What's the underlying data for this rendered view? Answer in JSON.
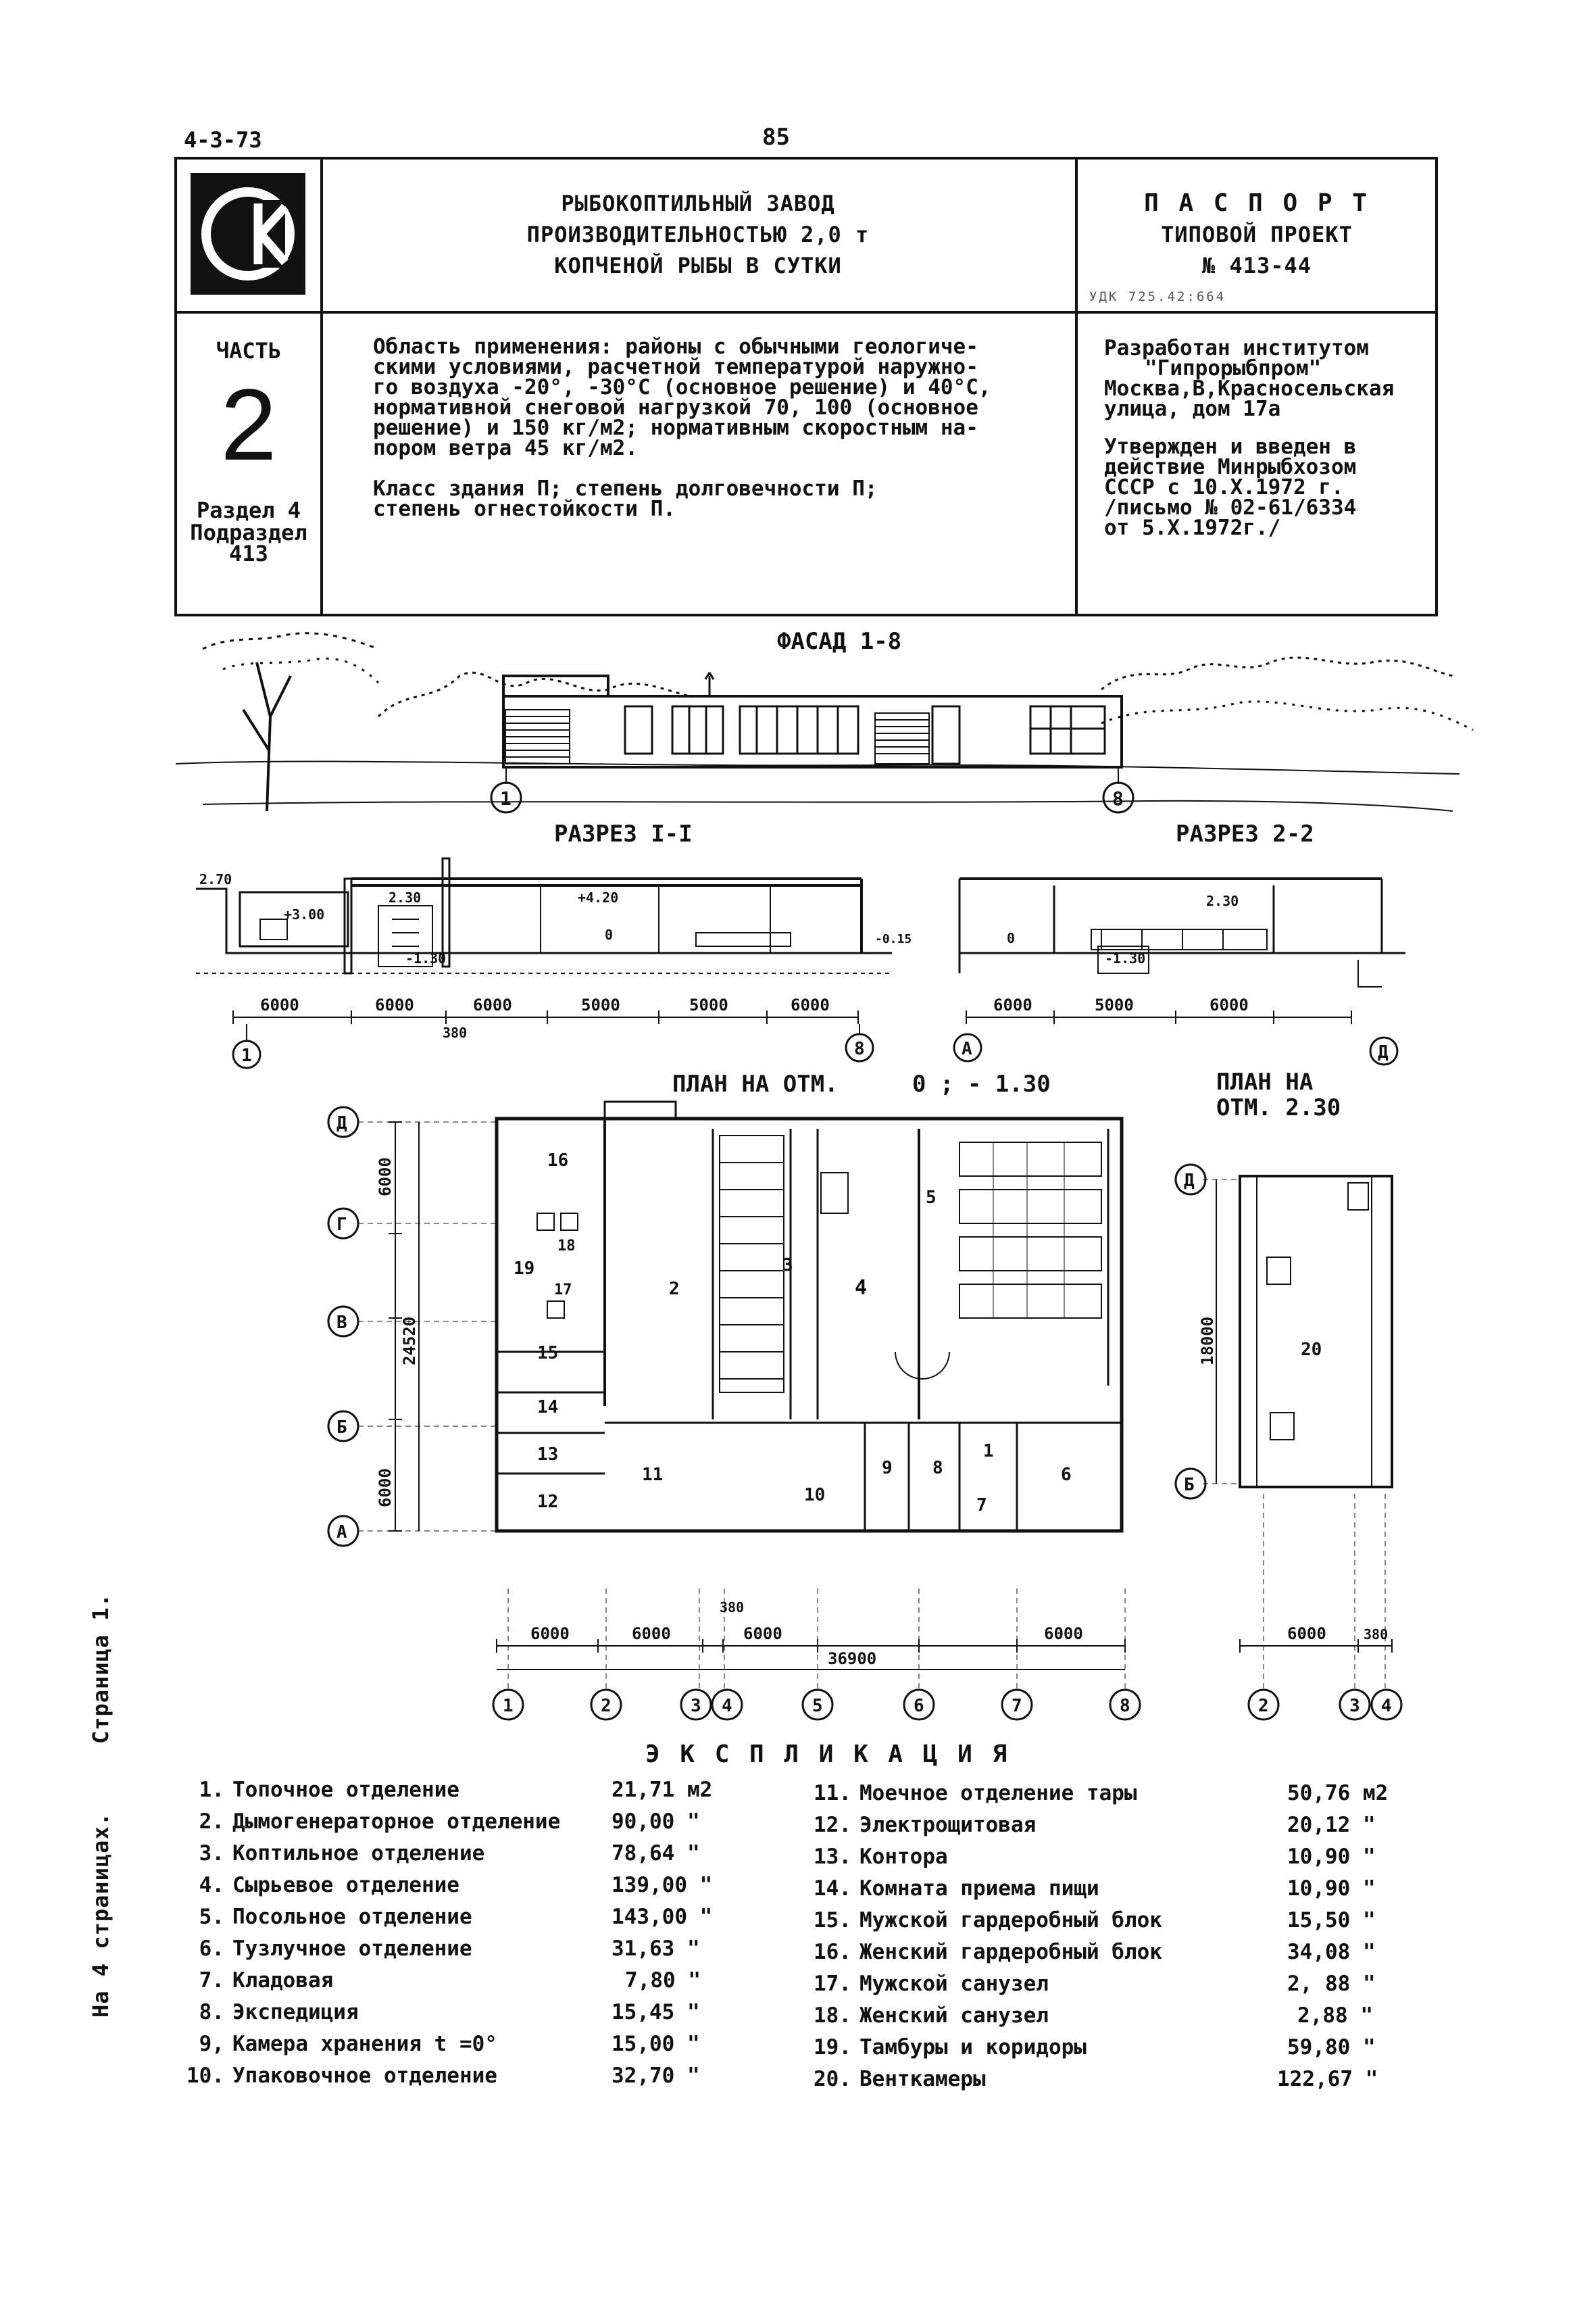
{
  "header": {
    "doc_code": "4-3-73",
    "page_number": "85",
    "title_lines": [
      "РЫБОКОПТИЛЬНЫЙ ЗАВОД",
      "ПРОИЗВОДИТЕЛЬНОСТЬЮ 2,0 т",
      "КОПЧЕНОЙ РЫБЫ В СУТКИ"
    ],
    "passport_lines": [
      "П А С П О Р Т",
      "ТИПОВОЙ ПРОЕКТ",
      "№ 413-44"
    ],
    "udk": "УДК 725.42:664",
    "part_label": "ЧАСТЬ",
    "part_number": "2",
    "section_lines": [
      "Раздел 4",
      "Подраздел",
      "413"
    ],
    "scope_lines": [
      "Область применения: районы с обычными геологиче-",
      "скими условиями, расчетной температурой наружно-",
      "го воздуха -20°, -30°С (основное решение) и 40°С,",
      "нормативной снеговой нагрузкой 70, 100 (основное",
      "решение) и 150 кг/м2; нормативным скоростным на-",
      "пором ветра 45 кг/м2."
    ],
    "class_lines": [
      "Класс здания П; степень долговечности П;",
      "степень огнестойкости П."
    ],
    "developer_lines": [
      "Разработан институтом",
      "\"Гипрорыбпром\"",
      "Москва,В,Красносельская",
      "улица, дом 17а"
    ],
    "approval_lines": [
      "Утвержден и введен в",
      "действие Минрыбхозом",
      "СССР с 10.Х.1972 г.",
      "/письмо № 02-61/6334",
      "от 5.Х.1972г./"
    ]
  },
  "drawings": {
    "facade_title": "ФАСАД 1-8",
    "section1_title": "РАЗРЕЗ I-I",
    "section2_title": "РАЗРЕЗ 2-2",
    "plan_title": "ПЛАН НА ОТМ.",
    "plan_marks": "0   ; - 1.30",
    "plan2_title_a": "ПЛАН НА",
    "plan2_title_b": "ОТМ. 2.30",
    "sec1_dims": [
      "6000",
      "6000",
      "6000",
      "5000",
      "5000",
      "6000"
    ],
    "sec1_extra": "380",
    "sec2_dims": [
      "6000",
      "5000",
      "6000"
    ],
    "sec_marks": [
      "2.70",
      "+3.00",
      "2.30",
      "+4.20",
      "0",
      "-1.30",
      "-0.15",
      "2.30",
      "0",
      "-1.30"
    ],
    "plan_dims_left": [
      "6000",
      "6000",
      "24520"
    ],
    "plan_dims_bottom": [
      "6000",
      "6000",
      "380",
      "6000",
      "6000"
    ],
    "plan_total": "36900",
    "plan2_dims": [
      "18000",
      "6000",
      "380"
    ],
    "axis_letters_left": [
      "Д",
      "Г",
      "В",
      "Б",
      "А"
    ],
    "axis_numbers_bottom": [
      "1",
      "2",
      "3",
      "4",
      "5",
      "6",
      "7",
      "8"
    ],
    "sec1_axes": [
      "1",
      "8"
    ],
    "sec2_axes": [
      "А",
      "Д"
    ],
    "plan2_axes_letters": [
      "Д",
      "Б"
    ],
    "plan2_axes_numbers": [
      "2",
      "3",
      "4"
    ],
    "room_numbers": [
      "1",
      "2",
      "3",
      "4",
      "5",
      "6",
      "7",
      "8",
      "9",
      "10",
      "11",
      "12",
      "13",
      "14",
      "15",
      "16",
      "17",
      "18",
      "19",
      "20"
    ]
  },
  "legend": {
    "title": "Э К С П Л И К А Ц И Я",
    "left": [
      {
        "num": "1.",
        "name": "Топочное отделение",
        "area": "21,71 м2"
      },
      {
        "num": "2.",
        "name": "Дымогенераторное отделение",
        "area": "90,00 \""
      },
      {
        "num": "3.",
        "name": "Коптильное отделение",
        "area": "78,64 \""
      },
      {
        "num": "4.",
        "name": "Сырьевое отделение",
        "area": "139,00 \""
      },
      {
        "num": "5.",
        "name": "Посольное отделение",
        "area": "143,00 \""
      },
      {
        "num": "6.",
        "name": "Тузлучное отделение",
        "area": "31,63 \""
      },
      {
        "num": "7.",
        "name": "Кладовая",
        "area": "7,80 \""
      },
      {
        "num": "8.",
        "name": "Экспедиция",
        "area": "15,45 \""
      },
      {
        "num": "9,",
        "name": "Камера хранения t =0°",
        "area": "15,00 \""
      },
      {
        "num": "10.",
        "name": "Упаковочное отделение",
        "area": "32,70 \""
      }
    ],
    "right": [
      {
        "num": "11.",
        "name": "Моечное отделение тары",
        "area": "50,76 м2"
      },
      {
        "num": "12.",
        "name": "Электрощитовая",
        "area": "20,12 \""
      },
      {
        "num": "13.",
        "name": "Контора",
        "area": "10,90 \""
      },
      {
        "num": "14.",
        "name": "Комната приема пищи",
        "area": "10,90 \""
      },
      {
        "num": "15.",
        "name": "Мужской гардеробный блок",
        "area": "15,50 \""
      },
      {
        "num": "16.",
        "name": "Женский гардеробный блок",
        "area": "34,08 \""
      },
      {
        "num": "17.",
        "name": "Мужской санузел",
        "area": "2, 88 \""
      },
      {
        "num": "18.",
        "name": "Женский санузел",
        "area": "2,88 \""
      },
      {
        "num": "19.",
        "name": "Тамбуры и коридоры",
        "area": "59,80 \""
      },
      {
        "num": "20.",
        "name": "Венткамеры",
        "area": "122,67 \""
      }
    ]
  },
  "side_text": {
    "pages": "На 4 страницах.",
    "page": "Страница 1."
  }
}
